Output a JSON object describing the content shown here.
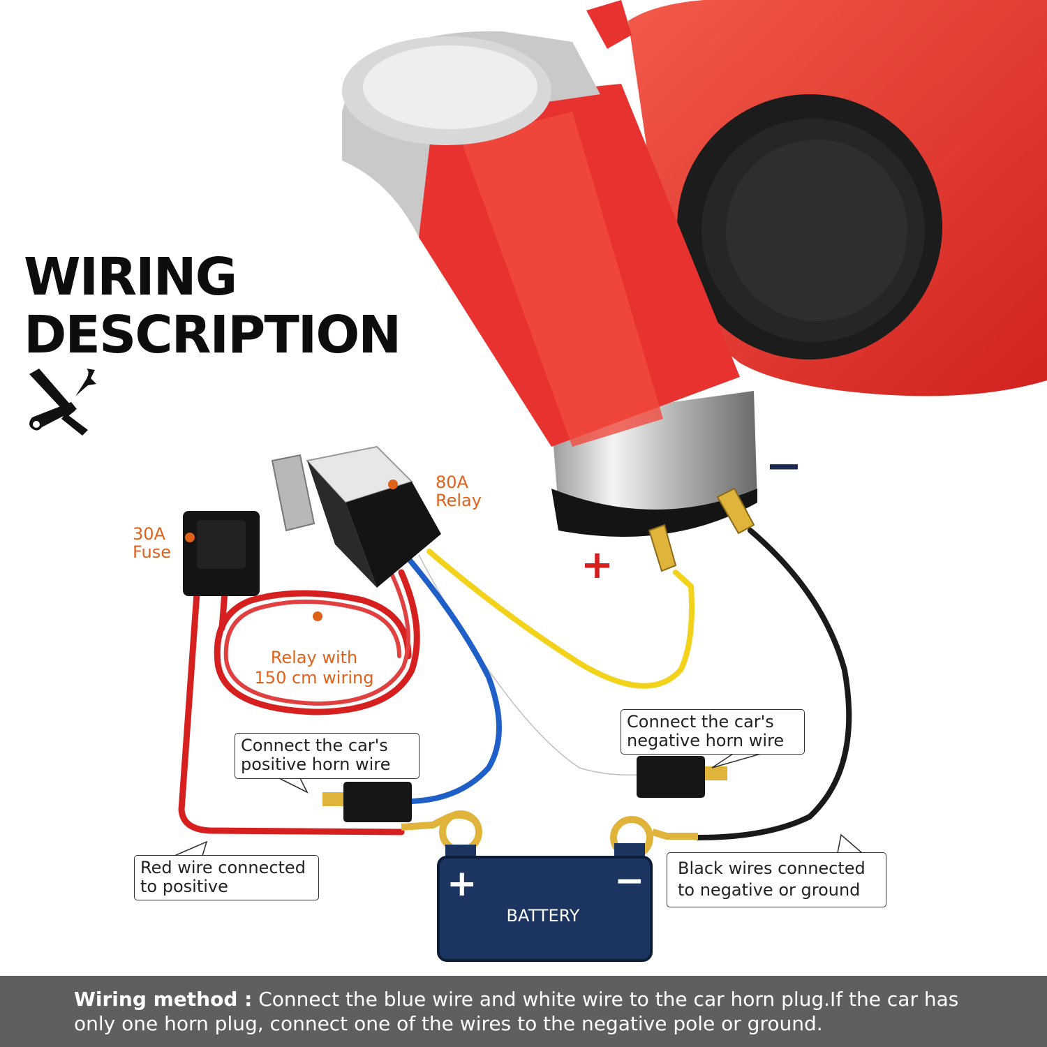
{
  "title": {
    "line1": "WIRING",
    "line2": "DESCRIPTION"
  },
  "icons": {
    "tools": "wrench-screwdriver-icon"
  },
  "labels": {
    "relay": {
      "line1": "80A",
      "line2": "Relay"
    },
    "fuse": {
      "line1": "30A",
      "line2": "Fuse"
    },
    "harness": {
      "line1": "Relay with",
      "line2": "150 cm wiring"
    }
  },
  "callouts": {
    "positive_horn": {
      "line1": "Connect the car's",
      "line2": "positive horn wire"
    },
    "negative_horn": {
      "line1": "Connect the car's",
      "line2": "negative horn wire"
    },
    "red_wire": {
      "line1": "Red wire connected",
      "line2": "to positive"
    },
    "black_wire": {
      "line1": "Black wires connected",
      "line2": "to negative or ground"
    }
  },
  "signs": {
    "plus": "+",
    "minus": "−",
    "battery_plus": "+",
    "battery_minus": "−"
  },
  "battery": {
    "label": "BATTERY"
  },
  "footer": {
    "bold": "Wiring method :",
    "line1": " Connect the blue wire and white wire to the car horn plug.If the car has",
    "line2": "only one horn plug, connect one of the wires to the negative pole or ground."
  },
  "colors": {
    "horn_red": "#e8322f",
    "wire_red": "#d62020",
    "wire_yellow": "#f2d21b",
    "wire_blue": "#1f5fc8",
    "wire_white": "#ffffff",
    "wire_black": "#1a1a1a",
    "battery_blue": "#1c3560",
    "accent_orange": "#e0611a",
    "footer_gray": "#5f5f5f"
  }
}
